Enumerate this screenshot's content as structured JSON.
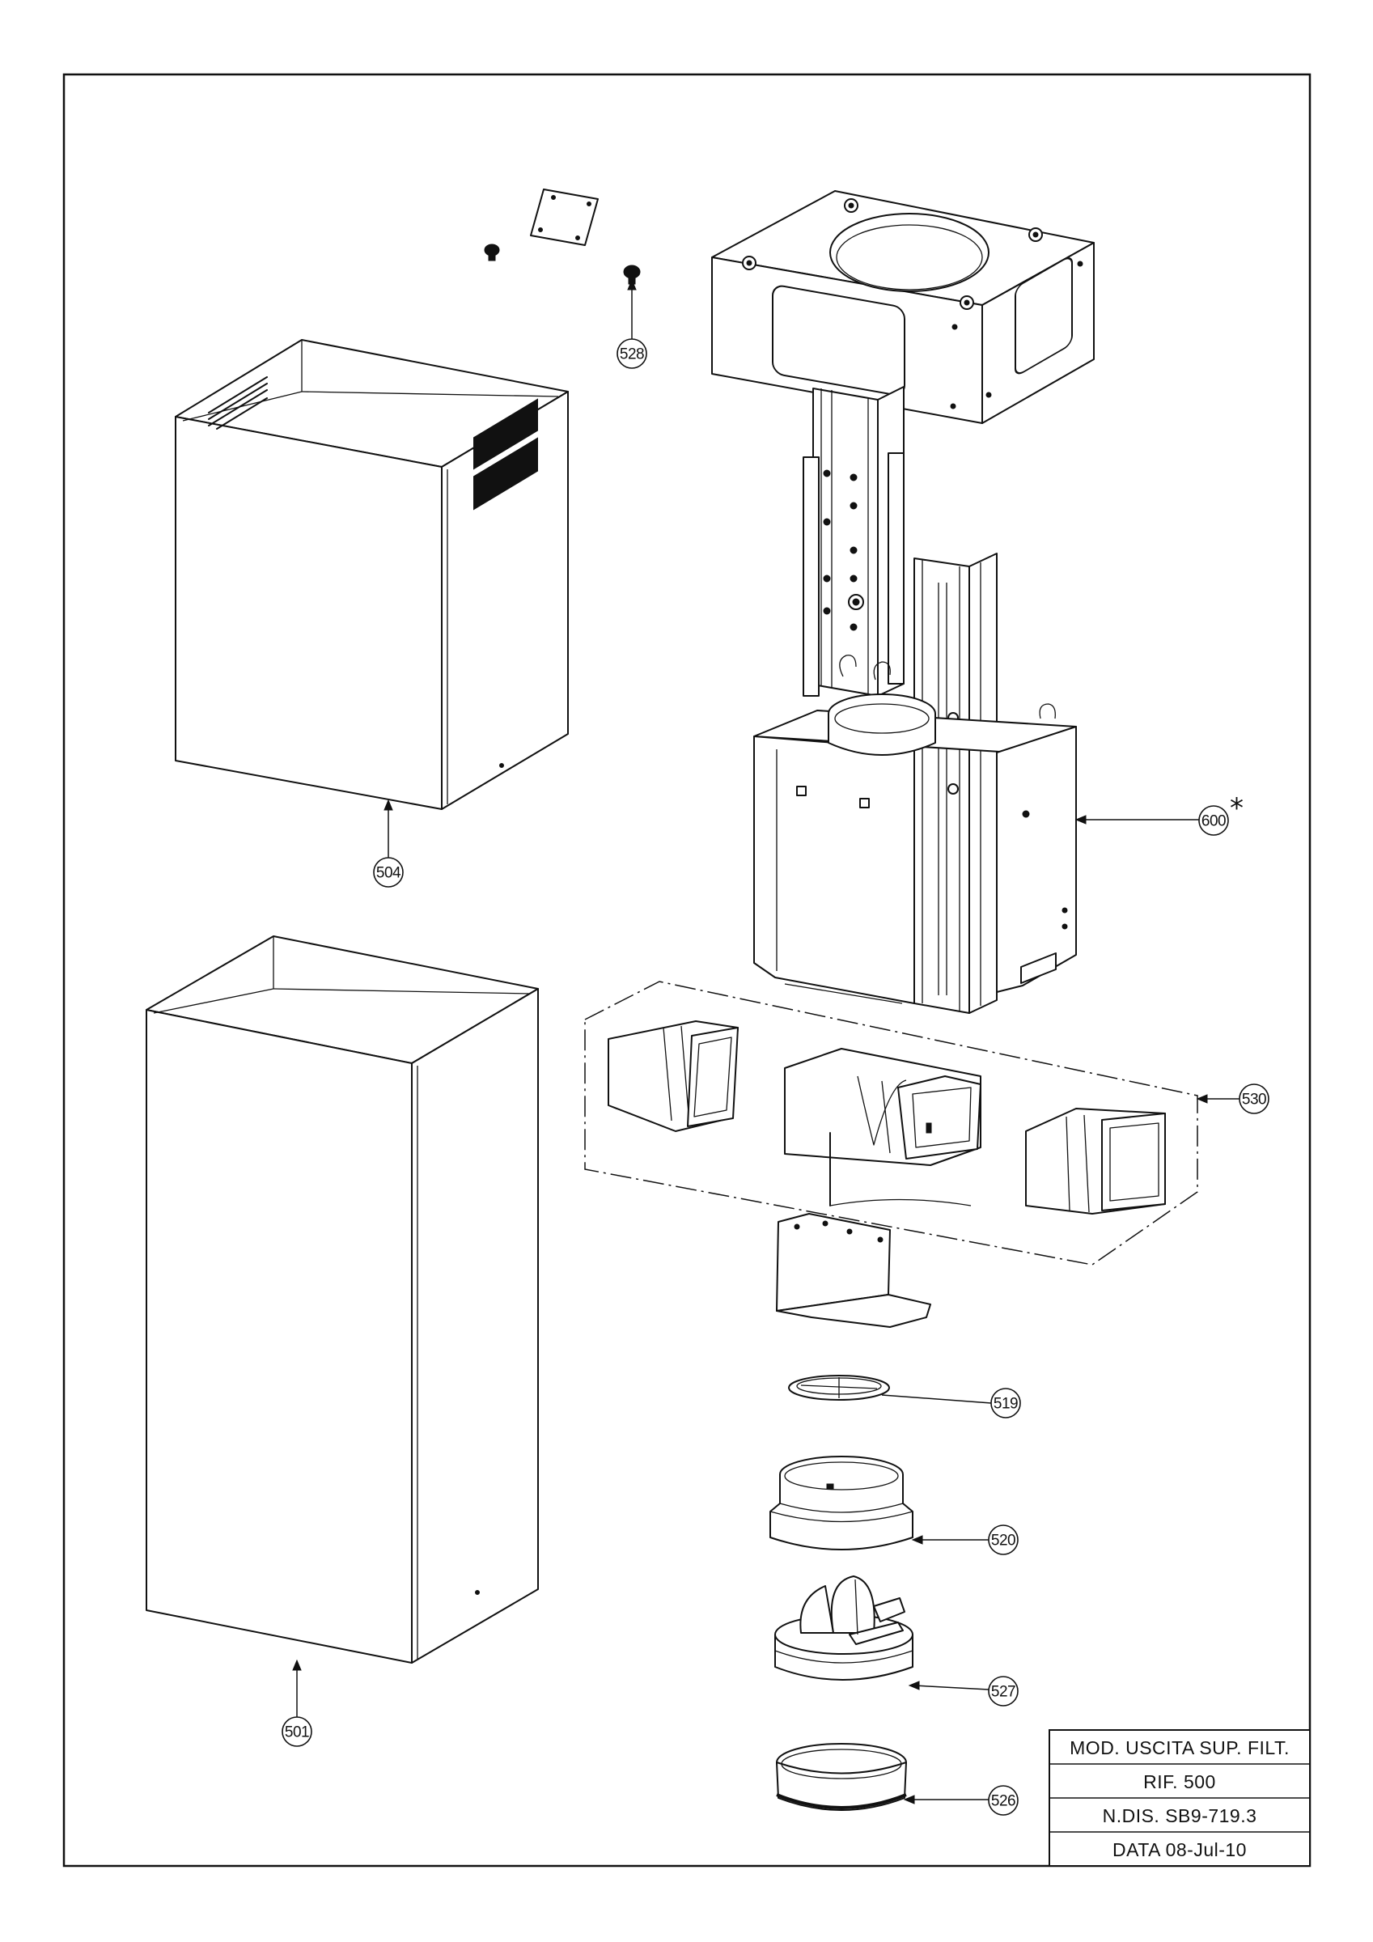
{
  "callouts": [
    {
      "id": "c528",
      "label": "528"
    },
    {
      "id": "c504",
      "label": "504"
    },
    {
      "id": "c600",
      "label": "600"
    },
    {
      "id": "c530",
      "label": "530"
    },
    {
      "id": "c519",
      "label": "519"
    },
    {
      "id": "c520",
      "label": "520"
    },
    {
      "id": "c527",
      "label": "527"
    },
    {
      "id": "c526",
      "label": "526"
    },
    {
      "id": "c501",
      "label": "501"
    }
  ],
  "marker_600": "*",
  "title_block": {
    "model": "MOD. USCITA SUP. FILT.",
    "reference": "RIF. 500",
    "drawing_number": "N.DIS. SB9-719.3",
    "date": "DATA 08-Jul-10"
  }
}
